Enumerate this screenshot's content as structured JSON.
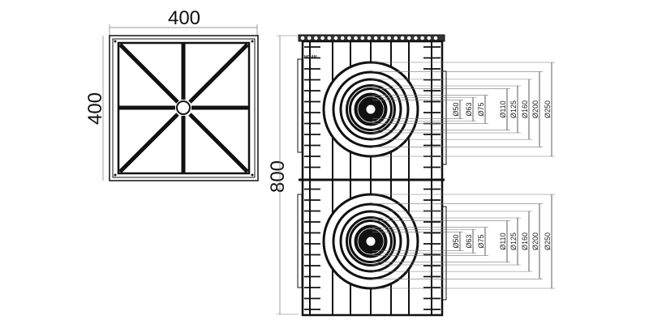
{
  "top_view": {
    "width_label": "400",
    "depth_label": "400"
  },
  "front_view": {
    "height_label": "800",
    "brand_mark": "HIXAN",
    "inlets": 2,
    "diameters": [
      {
        "value": 50,
        "label": "Ø50"
      },
      {
        "value": 63,
        "label": "Ø63"
      },
      {
        "value": 75,
        "label": "Ø75"
      },
      {
        "value": 110,
        "label": "Ø110"
      },
      {
        "value": 125,
        "label": "Ø125"
      },
      {
        "value": 160,
        "label": "Ø160"
      },
      {
        "value": 200,
        "label": "Ø200"
      },
      {
        "value": 250,
        "label": "Ø250"
      }
    ]
  },
  "colors": {
    "line": "#111111",
    "dim_line": "#777777"
  }
}
